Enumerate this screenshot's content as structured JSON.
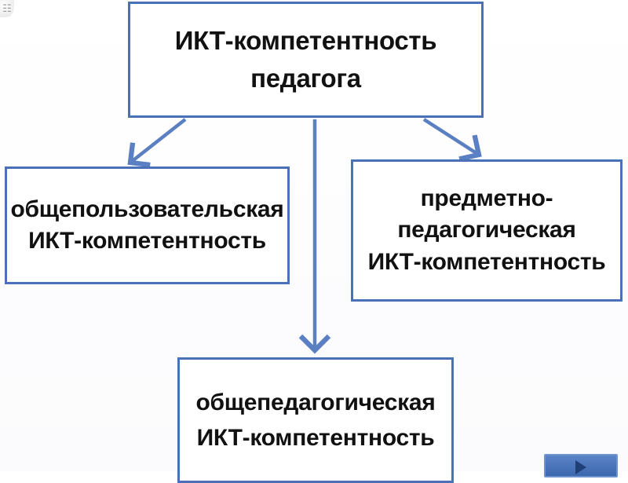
{
  "diagram": {
    "top_box": {
      "lines": [
        "ИКТ-компетентность",
        "педагога"
      ]
    },
    "left_box": {
      "lines": [
        "общепользовательская",
        "ИКТ-компетентность"
      ]
    },
    "right_box": {
      "lines": [
        "предметно-",
        "педагогическая",
        "ИКТ-компетентность"
      ]
    },
    "bottom_box": {
      "lines": [
        "общепедагогическая",
        "ИКТ-компетентность"
      ]
    }
  },
  "colors": {
    "box_border": "#4a70b8",
    "arrow": "#5a7fc2",
    "text": "#111111",
    "nav_button": "#4a72b8"
  },
  "icons": {
    "corner": "file-icon",
    "nav": "play-triangle-icon"
  }
}
